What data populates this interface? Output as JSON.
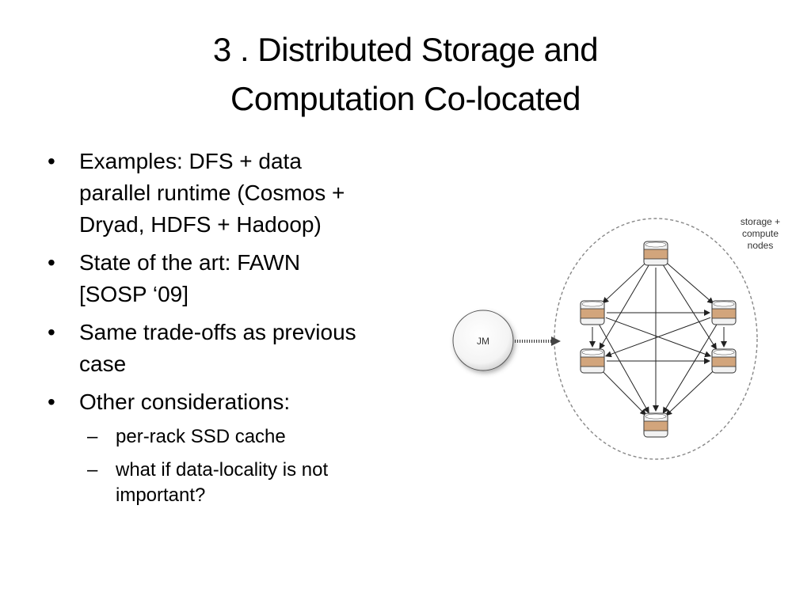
{
  "slide": {
    "title_line1": "3 . Distributed Storage and",
    "title_line2": "Computation Co-located",
    "bullets": [
      {
        "text_lines": [
          "Examples: DFS + data",
          "parallel runtime (Cosmos +",
          "Dryad, HDFS + Hadoop)"
        ]
      },
      {
        "text_lines": [
          "State of the art: FAWN",
          "[SOSP ‘09]"
        ]
      },
      {
        "text_lines": [
          "Same trade-offs as previous",
          "case"
        ]
      },
      {
        "text_lines": [
          "Other considerations:"
        ]
      }
    ],
    "sub_bullets": [
      {
        "text_lines": [
          "per-rack SSD cache"
        ]
      },
      {
        "text_lines": [
          "what if data-locality is not",
          "important?"
        ]
      }
    ],
    "bullet_glyph": "•",
    "sub_bullet_glyph": "–"
  },
  "diagram": {
    "job_manager_label": "JM",
    "cluster_label_lines": [
      "storage +",
      "compute",
      "nodes"
    ],
    "colors": {
      "node_body": "#d2a57c",
      "node_top": "#f2f2f2",
      "line": "#222222",
      "cluster_border": "#888888"
    }
  }
}
